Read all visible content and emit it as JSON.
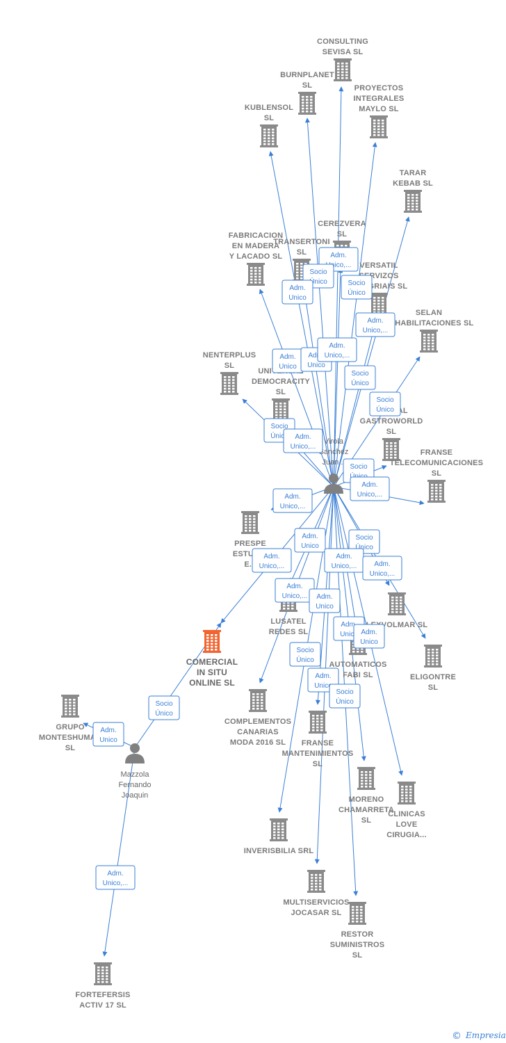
{
  "colors": {
    "building": "#8a8a8a",
    "highlight": "#f26430",
    "person": "#808080",
    "edge": "#3a7fd5",
    "text": "#7a7a7a"
  },
  "companies": [
    {
      "id": "consulting",
      "lines": [
        "CONSULTING",
        "SEVISA  SL"
      ]
    },
    {
      "id": "burnplanet",
      "lines": [
        "BURNPLANET",
        "SL"
      ]
    },
    {
      "id": "proyectos",
      "lines": [
        "PROYECTOS",
        "INTEGRALES",
        "MAYLO SL"
      ]
    },
    {
      "id": "kublensol",
      "lines": [
        "KUBLENSOL",
        "SL"
      ]
    },
    {
      "id": "tarar",
      "lines": [
        "TARAR",
        "KEBAB  SL"
      ]
    },
    {
      "id": "cerezvera",
      "lines": [
        "CEREZVERA",
        "SL"
      ]
    },
    {
      "id": "transertoni",
      "lines": [
        "TRANSERTONI",
        "SL"
      ]
    },
    {
      "id": "fabricacion",
      "lines": [
        "FABRICACION",
        "EN MADERA",
        "Y LACADO  SL"
      ]
    },
    {
      "id": "versatil",
      "lines": [
        "VERSATIL",
        "SERVIZOS",
        "INTEGRIAIS  SL"
      ]
    },
    {
      "id": "selan",
      "lines": [
        "SELAN",
        "REHABILITACIONES SL"
      ]
    },
    {
      "id": "nenterplus",
      "lines": [
        "NENTERPLUS",
        "SL"
      ]
    },
    {
      "id": "universal",
      "lines": [
        "UNIVERSAL",
        "DEMOCRACITY",
        "SL"
      ]
    },
    {
      "id": "gastroworld",
      "lines": [
        "GLOCAL",
        "GASTROWORLD",
        "SL"
      ]
    },
    {
      "id": "franse_tel",
      "lines": [
        "FRANSE",
        "TELECOMUNICACIONES",
        "SL"
      ]
    },
    {
      "id": "prespe",
      "lines": [
        "PRESPE",
        "ESTUDIO",
        "E..."
      ]
    },
    {
      "id": "lusatel",
      "lines": [
        "LUSATEL",
        "REDES SL"
      ]
    },
    {
      "id": "lexvolmar",
      "lines": [
        "LEXVOLMAR SL"
      ]
    },
    {
      "id": "eligontre",
      "lines": [
        "ELIGONTRE",
        "SL"
      ]
    },
    {
      "id": "comercial",
      "lines": [
        "COMERCIAL",
        "IN SITU",
        "ONLINE  SL"
      ],
      "highlight": true
    },
    {
      "id": "automaticos",
      "lines": [
        "AUTOMATICOS",
        "FABI  SL"
      ]
    },
    {
      "id": "grupo",
      "lines": [
        "GRUPO",
        "MONTESHUMAR",
        "SL"
      ]
    },
    {
      "id": "complementos",
      "lines": [
        "COMPLEMENTOS",
        "CANARIAS",
        "MODA 2016  SL"
      ]
    },
    {
      "id": "franse_mant",
      "lines": [
        "FRANSE",
        "MANTENIMIENTOS",
        "SL"
      ]
    },
    {
      "id": "moreno",
      "lines": [
        "MORENO",
        "CHAMARRETA",
        "SL"
      ]
    },
    {
      "id": "clinicas",
      "lines": [
        "CLINICAS",
        "LOVE",
        "CIRUGIA..."
      ]
    },
    {
      "id": "inverisbilia",
      "lines": [
        "INVERISBILIA SRL"
      ]
    },
    {
      "id": "multiservicios",
      "lines": [
        "MULTISERVICIOS",
        "JOCASAR  SL"
      ]
    },
    {
      "id": "restor",
      "lines": [
        "RESTOR",
        "SUMINISTROS",
        "SL"
      ]
    },
    {
      "id": "fortefersis",
      "lines": [
        "FORTEFERSIS",
        "ACTIV 17  SL"
      ]
    }
  ],
  "persons": [
    {
      "id": "virola",
      "lines": [
        "Virola",
        "Sanchez",
        "Juan..."
      ]
    },
    {
      "id": "mazzola",
      "lines": [
        "Mazzola",
        "Fernando",
        "Joaquin"
      ]
    }
  ],
  "edges": [
    {
      "from": "virola",
      "to": "consulting"
    },
    {
      "from": "virola",
      "to": "burnplanet"
    },
    {
      "from": "virola",
      "to": "proyectos"
    },
    {
      "from": "virola",
      "to": "kublensol"
    },
    {
      "from": "virola",
      "to": "tarar"
    },
    {
      "from": "virola",
      "to": "cerezvera"
    },
    {
      "from": "virola",
      "to": "transertoni"
    },
    {
      "from": "virola",
      "to": "fabricacion"
    },
    {
      "from": "virola",
      "to": "versatil"
    },
    {
      "from": "virola",
      "to": "selan"
    },
    {
      "from": "virola",
      "to": "nenterplus"
    },
    {
      "from": "virola",
      "to": "universal"
    },
    {
      "from": "virola",
      "to": "gastroworld"
    },
    {
      "from": "virola",
      "to": "franse_tel"
    },
    {
      "from": "virola",
      "to": "prespe"
    },
    {
      "from": "virola",
      "to": "lusatel"
    },
    {
      "from": "virola",
      "to": "lexvolmar"
    },
    {
      "from": "virola",
      "to": "eligontre"
    },
    {
      "from": "virola",
      "to": "comercial"
    },
    {
      "from": "virola",
      "to": "automaticos"
    },
    {
      "from": "virola",
      "to": "complementos"
    },
    {
      "from": "virola",
      "to": "franse_mant"
    },
    {
      "from": "virola",
      "to": "moreno"
    },
    {
      "from": "virola",
      "to": "clinicas"
    },
    {
      "from": "virola",
      "to": "inverisbilia"
    },
    {
      "from": "virola",
      "to": "multiservicios"
    },
    {
      "from": "virola",
      "to": "restor"
    },
    {
      "from": "mazzola",
      "to": "comercial"
    },
    {
      "from": "mazzola",
      "to": "grupo"
    },
    {
      "from": "mazzola",
      "to": "fortefersis"
    }
  ],
  "badges": [
    {
      "lines": [
        "Adm.",
        "Unico,..."
      ]
    },
    {
      "lines": [
        "Socio",
        "Único"
      ]
    },
    {
      "lines": [
        "Adm.",
        "Unico"
      ]
    },
    {
      "lines": [
        "Socio",
        "Único"
      ]
    },
    {
      "lines": [
        "Adm.",
        "Unico,..."
      ]
    },
    {
      "lines": [
        "Adm.",
        "Unico"
      ]
    },
    {
      "lines": [
        "Adm.",
        "Unico"
      ]
    },
    {
      "lines": [
        "Adm.",
        "Unico,..."
      ]
    },
    {
      "lines": [
        "Socio",
        "Único"
      ]
    },
    {
      "lines": [
        "Socio",
        "Único"
      ]
    },
    {
      "lines": [
        "Socio",
        "Único"
      ]
    },
    {
      "lines": [
        "Adm.",
        "Unico,..."
      ]
    },
    {
      "lines": [
        "Socio",
        "Único"
      ]
    },
    {
      "lines": [
        "Adm.",
        "Unico,..."
      ]
    },
    {
      "lines": [
        "Adm.",
        "Unico,..."
      ]
    },
    {
      "lines": [
        "Adm.",
        "Unico"
      ]
    },
    {
      "lines": [
        "Socio",
        "Único"
      ]
    },
    {
      "lines": [
        "Adm.",
        "Unico,..."
      ]
    },
    {
      "lines": [
        "Adm.",
        "Unico,..."
      ]
    },
    {
      "lines": [
        "Adm.",
        "Unico,..."
      ]
    },
    {
      "lines": [
        "Adm.",
        "Unico,..."
      ]
    },
    {
      "lines": [
        "Adm.",
        "Unico"
      ]
    },
    {
      "lines": [
        "Adm.",
        "Unico"
      ]
    },
    {
      "lines": [
        "Adm.",
        "Unico"
      ]
    },
    {
      "lines": [
        "Socio",
        "Único"
      ]
    },
    {
      "lines": [
        "Adm.",
        "Unico"
      ]
    },
    {
      "lines": [
        "Socio",
        "Único"
      ]
    },
    {
      "lines": [
        "Adm.",
        "Unico"
      ]
    },
    {
      "lines": [
        "Socio",
        "Único"
      ]
    },
    {
      "lines": [
        "Adm.",
        "Unico,..."
      ]
    }
  ],
  "footer": {
    "copyright": "©",
    "brand": "Empresia"
  }
}
